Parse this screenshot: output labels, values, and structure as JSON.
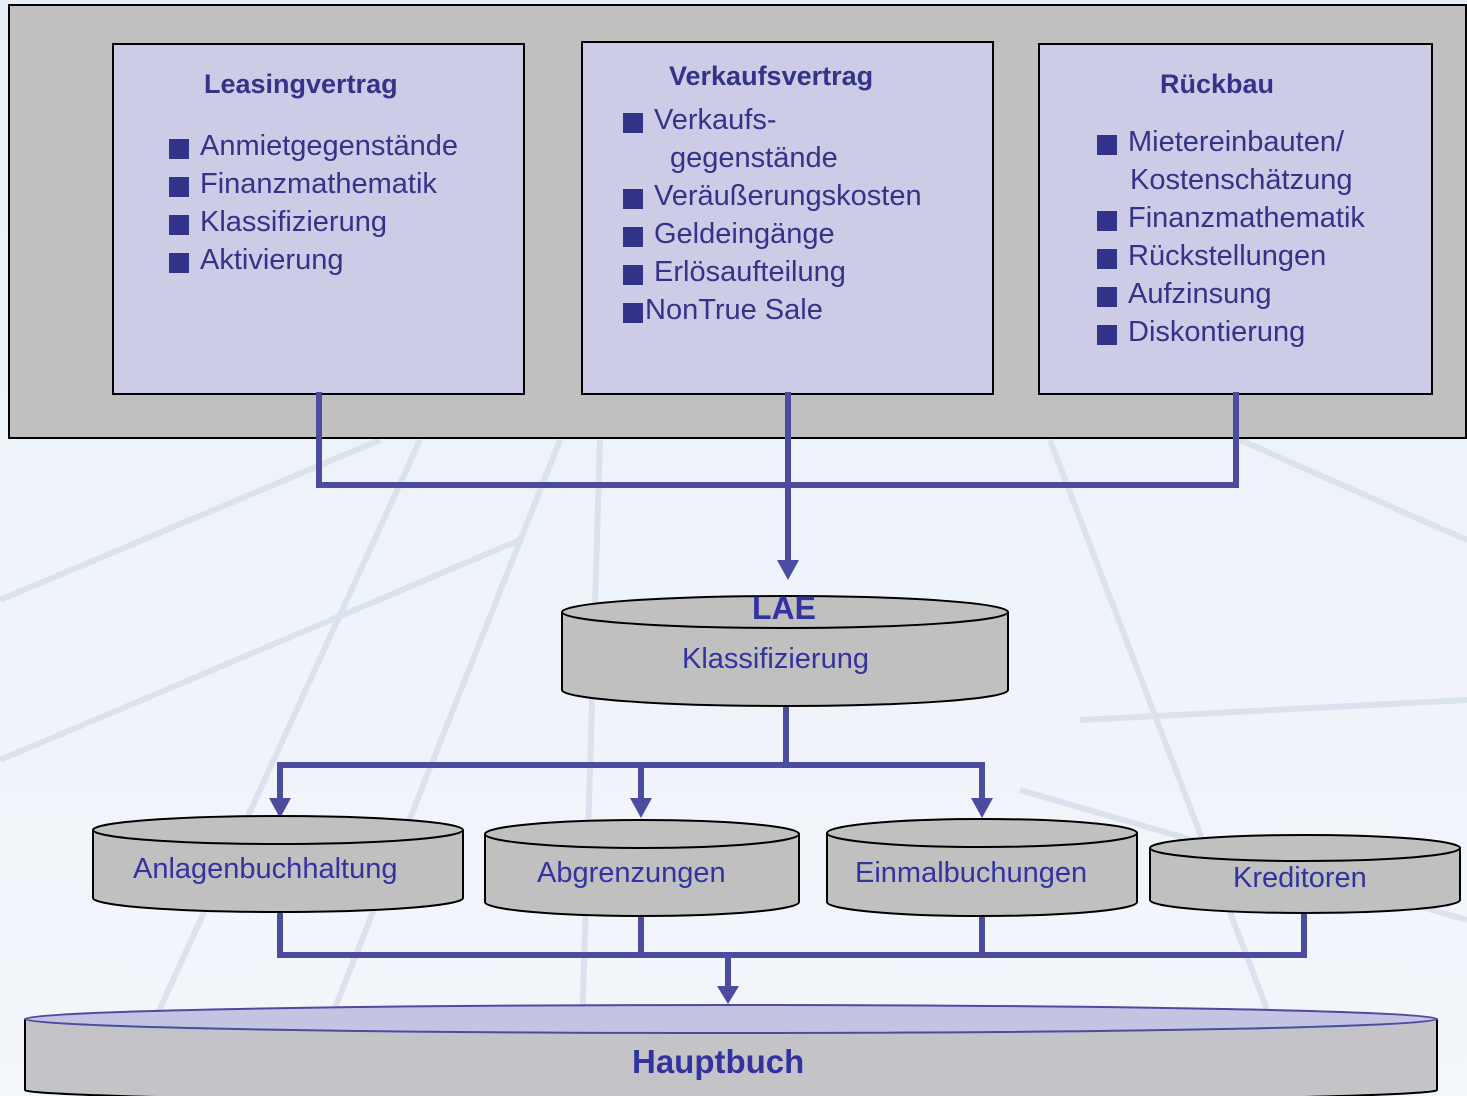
{
  "boxes": {
    "leasing": {
      "title": "Leasingvertrag",
      "items": [
        "Anmietgegenstände",
        "Finanzmathematik",
        "Klassifizierung",
        "Aktivierung"
      ]
    },
    "verkauf": {
      "title": "Verkaufsvertrag",
      "items": [
        "Verkaufs-",
        "gegenstände",
        "Veräußerungskosten",
        "Geldeingänge",
        "Erlösaufteilung",
        "NonTrue Sale"
      ]
    },
    "rueckbau": {
      "title": "Rückbau",
      "items": [
        "Mietereinbauten/",
        "Kostenschätzung",
        "Finanzmathematik",
        "Rückstellungen",
        "Aufzinsung",
        "Diskontierung"
      ]
    }
  },
  "lae": {
    "title": "LAE",
    "subtitle": "Klassifizierung"
  },
  "subledgers": [
    "Anlagenbuchhaltung",
    "Abgrenzungen",
    "Einmalbuchungen",
    "Kreditoren"
  ],
  "ledger": {
    "label": "Hauptbuch"
  },
  "colors": {
    "text": "#33338a",
    "box_fill": "#cccce6",
    "panel_fill": "#c0c0c0",
    "connector": "#4b4ba0",
    "db_fill": "#c0c0c0",
    "ledger_fill": "#c4c4c8"
  }
}
